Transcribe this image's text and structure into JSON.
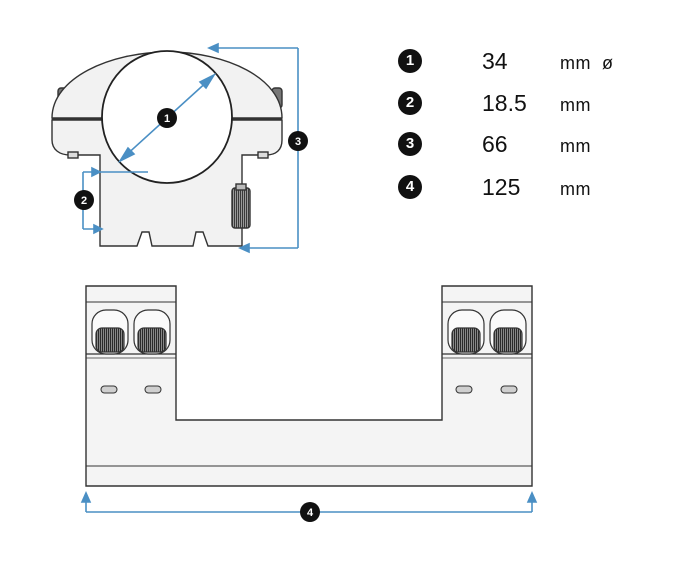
{
  "specs": [
    {
      "number": "1",
      "value": "34",
      "unit": "mm  ø"
    },
    {
      "number": "2",
      "value": "18.5",
      "unit": "mm"
    },
    {
      "number": "3",
      "value": "66",
      "unit": "mm"
    },
    {
      "number": "4",
      "value": "125",
      "unit": "mm"
    }
  ],
  "callouts": {
    "diameter": "1",
    "center_height": "2",
    "total_height": "3",
    "length": "4"
  },
  "colors": {
    "dimension_line": "#4a8fc4",
    "outline": "#333333",
    "badge": "#111111",
    "metal": "#f2f2f2",
    "knurl": "#555555"
  }
}
